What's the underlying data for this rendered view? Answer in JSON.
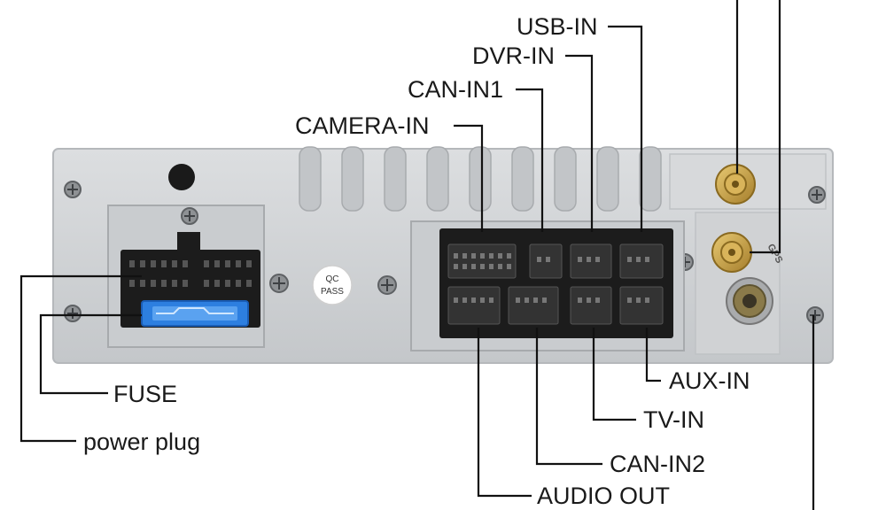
{
  "diagram": {
    "labels": {
      "usb_in": "USB-IN",
      "dvr_in": "DVR-IN",
      "can_in1": "CAN-IN1",
      "camera_in": "CAMERA-IN",
      "fuse": "FUSE",
      "power_plug": "power plug",
      "aux_in": "AUX-IN",
      "tv_in": "TV-IN",
      "can_in2": "CAN-IN2",
      "audio_out": "AUDIO OUT"
    },
    "qc_badge": {
      "line1": "QC",
      "line2": "PASS"
    },
    "gps_text": "GPS",
    "colors": {
      "panel": "#d3d5d7",
      "panel_edge": "#b9bcbf",
      "connector": "#1c1c1c",
      "fuse": "#2d7fe0",
      "antenna_gold": "#c8a040",
      "leader_line": "#111111"
    },
    "icons": [
      "screw-icon",
      "antenna-connector-icon",
      "fuse-icon"
    ]
  }
}
